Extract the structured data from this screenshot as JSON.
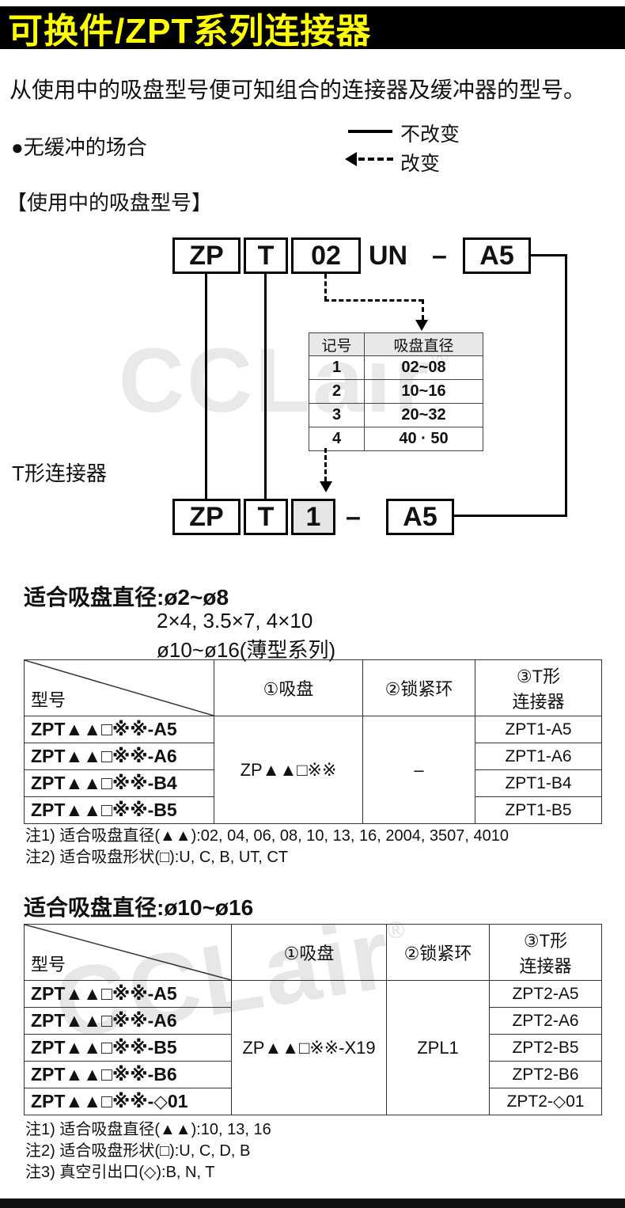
{
  "page": {
    "title": "可换件/ZPT系列连接器",
    "intro": "从使用中的吸盘型号便可知组合的连接器及缓冲器的型号。",
    "watermark": "CCLair",
    "watermark_reg": "®"
  },
  "legend": {
    "case_label": "●无缓冲的场合",
    "no_change_label": "不改变",
    "change_label": "改变"
  },
  "diagram": {
    "section_label": "【使用中的吸盘型号】",
    "top_model": {
      "p1": "ZP",
      "p2": "T",
      "p3": "02",
      "p4": "UN",
      "dash": "–",
      "suffix": "A5"
    },
    "lookup": {
      "col_symbol": "记号",
      "col_diameter": "吸盘直径",
      "rows": [
        {
          "symbol": "1",
          "diameter": "02~08"
        },
        {
          "symbol": "2",
          "diameter": "10~16"
        },
        {
          "symbol": "3",
          "diameter": "20~32"
        },
        {
          "symbol": "4",
          "diameter": "40 · 50"
        }
      ]
    },
    "t_connector_label": "T形连接器",
    "bottom_model": {
      "p1": "ZP",
      "p2": "T",
      "p3": "1",
      "dash": "–",
      "suffix": "A5"
    }
  },
  "section1": {
    "title": "适合吸盘直径:ø2~ø8",
    "subtitle_line1": "2×4, 3.5×7, 4×10",
    "subtitle_line2": "ø10~ø16(薄型系列)",
    "table": {
      "corner_label": "型号",
      "col_pad": "①吸盘",
      "col_ring": "②锁紧环",
      "col_conn_line1": "③T形",
      "col_conn_line2": "连接器",
      "models": [
        "ZPT▲▲□※※-A5",
        "ZPT▲▲□※※-A6",
        "ZPT▲▲□※※-B4",
        "ZPT▲▲□※※-B5"
      ],
      "pad_value": "ZP▲▲□※※",
      "ring_value": "–",
      "connectors": [
        "ZPT1-A5",
        "ZPT1-A6",
        "ZPT1-B4",
        "ZPT1-B5"
      ]
    },
    "notes": [
      "注1) 适合吸盘直径(▲▲):02, 04, 06, 08, 10, 13, 16, 2004, 3507, 4010",
      "注2) 适合吸盘形状(□):U, C, B, UT, CT"
    ]
  },
  "section2": {
    "title": "适合吸盘直径:ø10~ø16",
    "table": {
      "corner_label": "型号",
      "col_pad": "①吸盘",
      "col_ring": "②锁紧环",
      "col_conn_line1": "③T形",
      "col_conn_line2": "连接器",
      "models": [
        "ZPT▲▲□※※-A5",
        "ZPT▲▲□※※-A6",
        "ZPT▲▲□※※-B5",
        "ZPT▲▲□※※-B6",
        "ZPT▲▲□※※-◇01"
      ],
      "pad_value": "ZP▲▲□※※-X19",
      "ring_value": "ZPL1",
      "connectors": [
        "ZPT2-A5",
        "ZPT2-A6",
        "ZPT2-B5",
        "ZPT2-B6",
        "ZPT2-◇01"
      ]
    },
    "notes": [
      "注1) 适合吸盘直径(▲▲):10, 13, 16",
      "注2) 适合吸盘形状(□):U, C, D, B",
      "注3) 真空引出口(◇):B, N, T"
    ]
  },
  "colors": {
    "header_bg": "#000000",
    "header_text": "#ffff00",
    "shaded_box_bg": "#e6e6e6",
    "lookup_header_bg": "#e8e8e8"
  }
}
